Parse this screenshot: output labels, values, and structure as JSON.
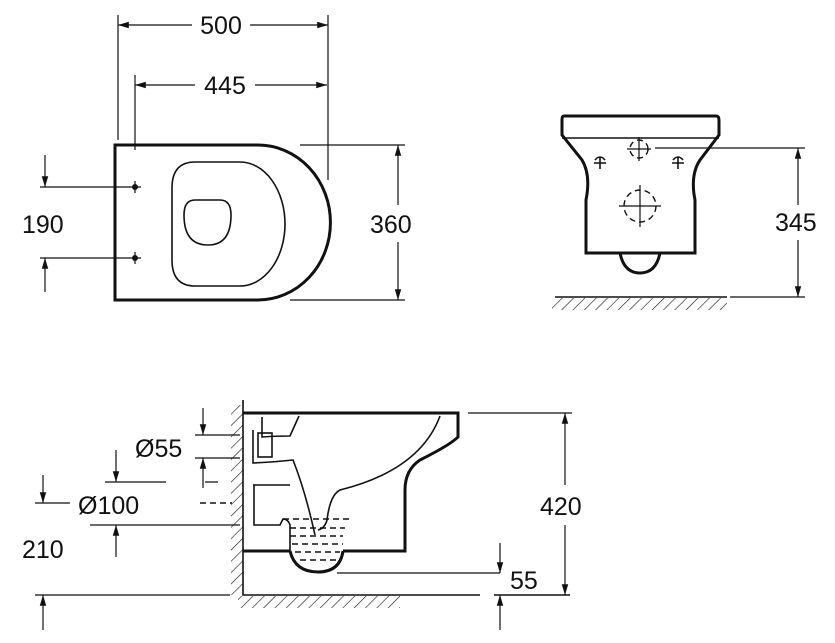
{
  "views": {
    "top": {
      "width_outer": "500",
      "width_inner": "445",
      "hole_spacing": "190",
      "depth": "360"
    },
    "front": {
      "fixing_height": "345"
    },
    "side": {
      "inlet_diameter": "Ø55",
      "outlet_diameter": "Ø100",
      "outlet_height": "210",
      "total_height": "420",
      "bottom_offset": "55"
    }
  },
  "colors": {
    "line": "#111111",
    "background": "#ffffff"
  }
}
